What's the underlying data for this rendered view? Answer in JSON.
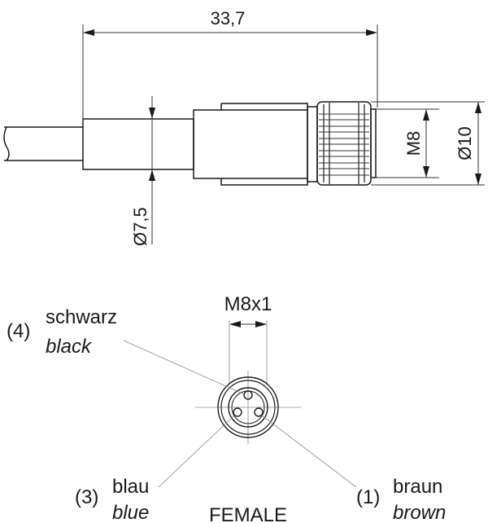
{
  "dimensions": {
    "overall_length": "33,7",
    "cable_diameter": "Ø7,5",
    "thread": "M8",
    "nut_diameter": "Ø10"
  },
  "face_view": {
    "thread_spec": "M8x1",
    "gender": "FEMALE"
  },
  "pins": [
    {
      "number": "(4)",
      "name_de": "schwarz",
      "name_en": "black"
    },
    {
      "number": "(3)",
      "name_de": "blau",
      "name_en": "blue"
    },
    {
      "number": "(1)",
      "name_de": "braun",
      "name_en": "brown"
    }
  ],
  "colors": {
    "line": "#1a1a1a",
    "leader": "#8a8a8a",
    "background": "#ffffff"
  }
}
